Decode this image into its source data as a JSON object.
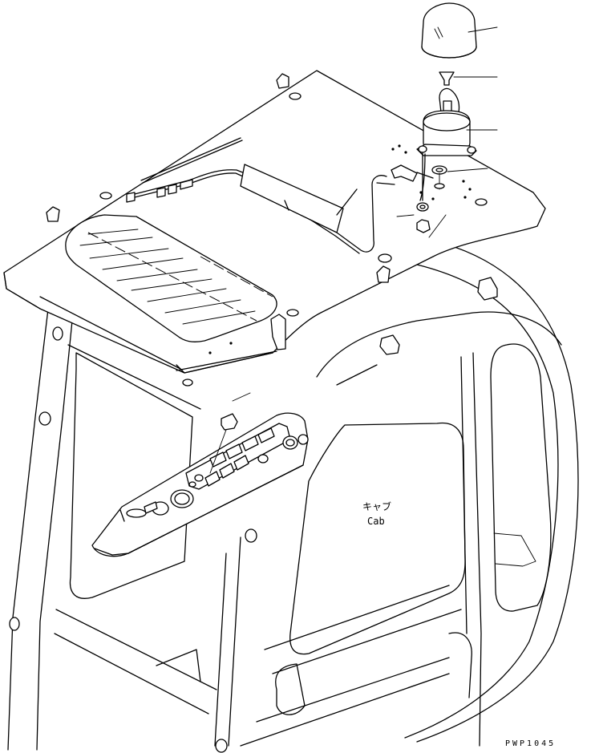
{
  "diagram": {
    "cab_label_jp": "キャブ",
    "cab_label_en": "Cab",
    "drawing_code": "PWP1045"
  }
}
